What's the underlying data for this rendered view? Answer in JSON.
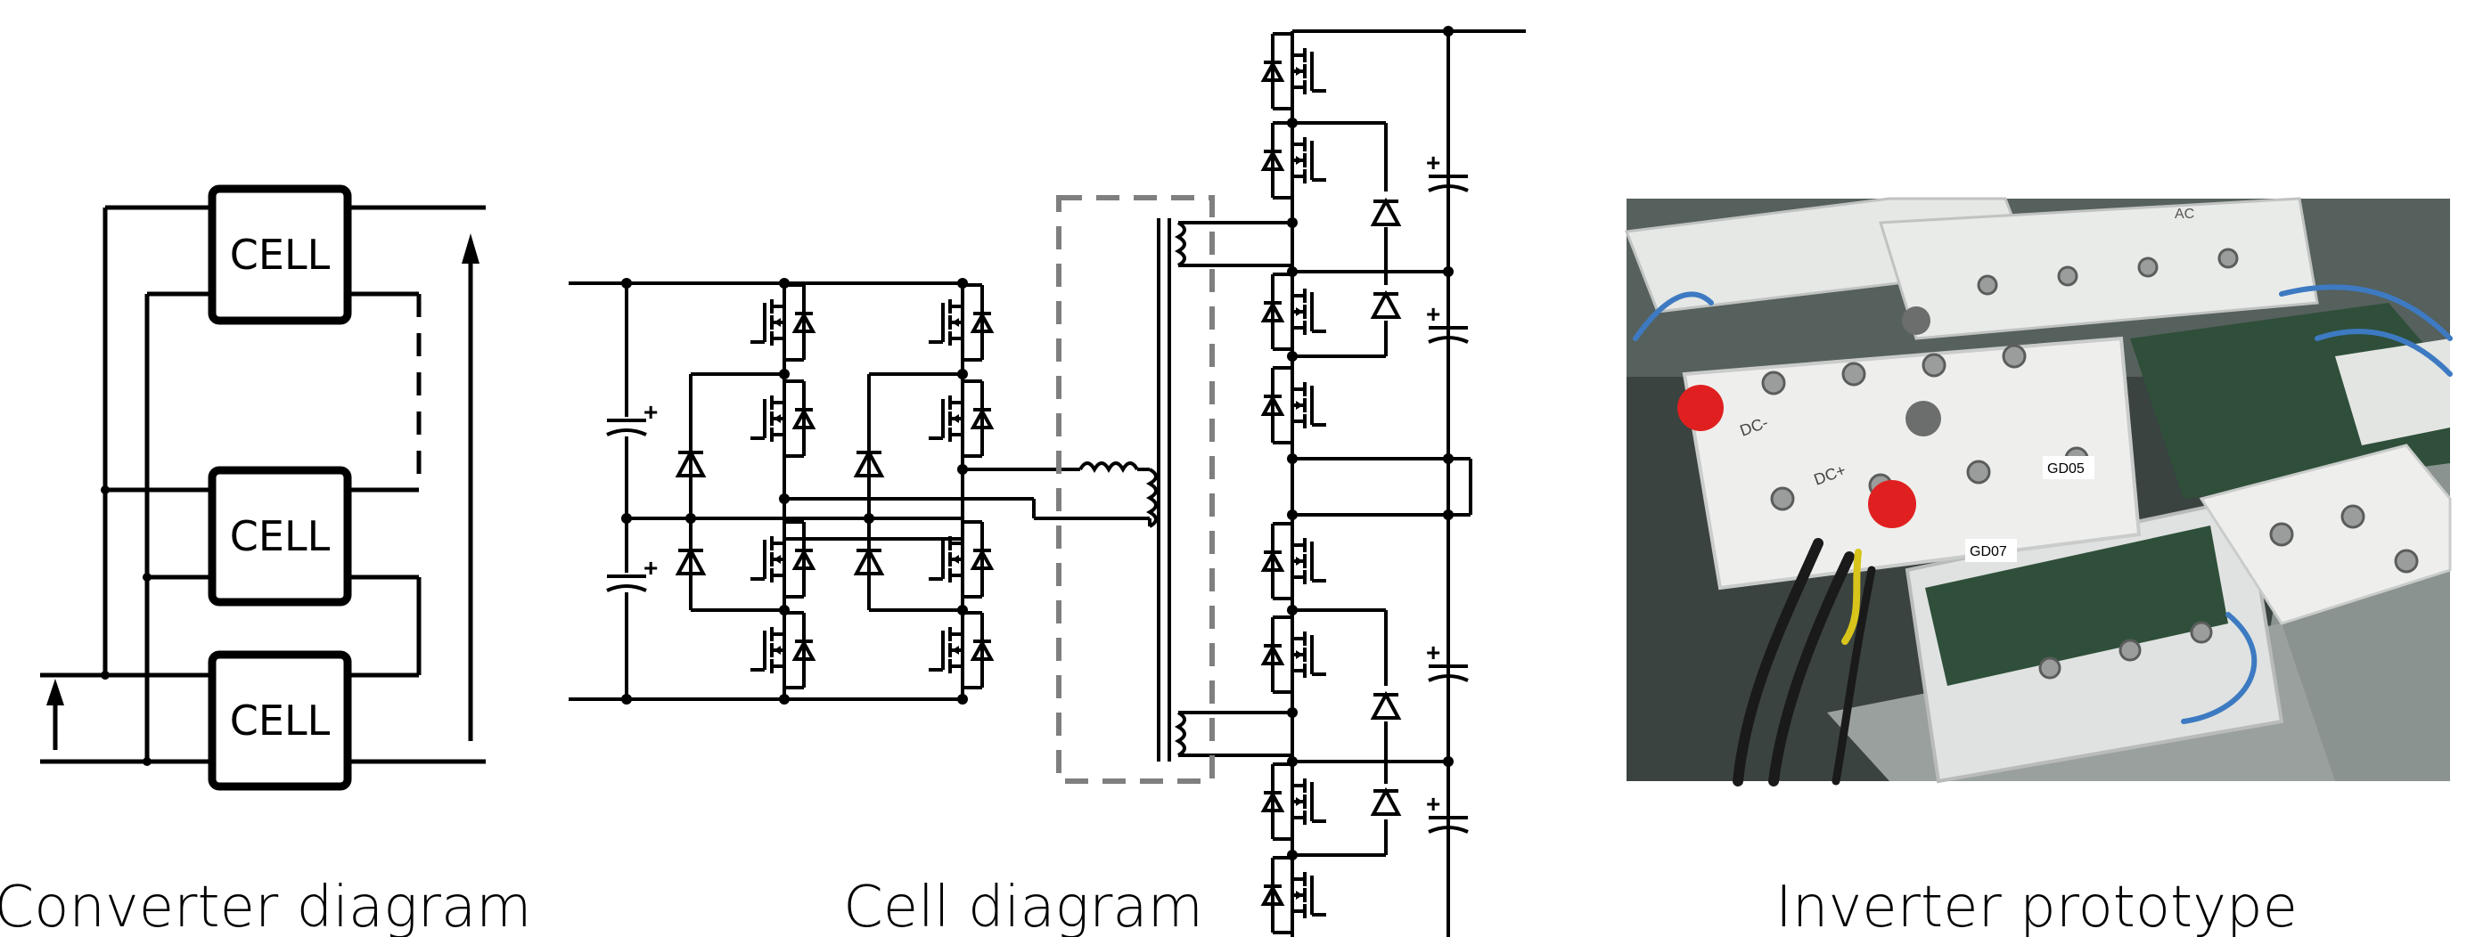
{
  "panels": {
    "converter": {
      "caption": "Converter diagram",
      "cells": [
        "CELL",
        "CELL",
        "CELL"
      ]
    },
    "cell": {
      "caption": "Cell diagram",
      "plus_sign": "+"
    },
    "prototype": {
      "caption": "Inverter prototype",
      "labels": [
        "DC-",
        "DC+",
        "GD07",
        "GD05",
        "AC"
      ]
    }
  },
  "colors": {
    "line": "#000000",
    "dashed_box": "#7f7f7f",
    "background": "#ffffff",
    "red_dot": "#e02020",
    "board_green": "#2f4f3a"
  }
}
